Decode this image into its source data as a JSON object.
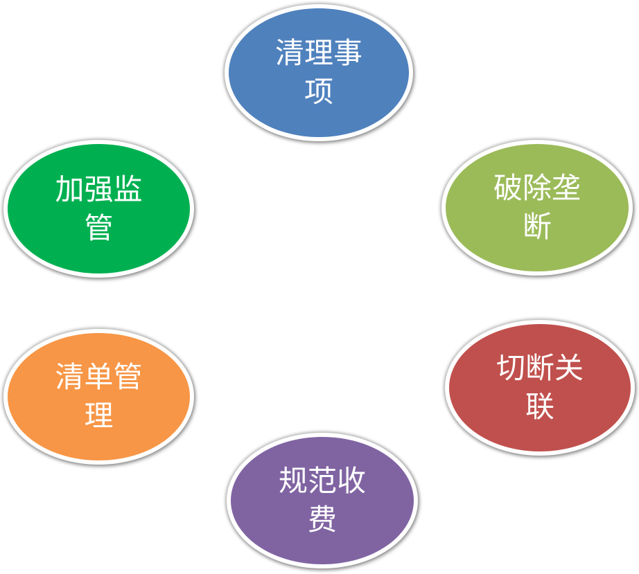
{
  "nodes": [
    {
      "id": "clean-up-items",
      "label": "清理事项",
      "color": "#4F81BD"
    },
    {
      "id": "break-monopoly",
      "label": "破除垄断",
      "color": "#9BBB59"
    },
    {
      "id": "cut-ties",
      "label": "切断关联",
      "color": "#C0504D"
    },
    {
      "id": "regulate-fees",
      "label": "规范收费",
      "color": "#8064A2"
    },
    {
      "id": "list-management",
      "label": "清单管理",
      "color": "#F79646"
    },
    {
      "id": "strengthen-supervision",
      "label": "加强监管",
      "color": "#00B050"
    }
  ]
}
